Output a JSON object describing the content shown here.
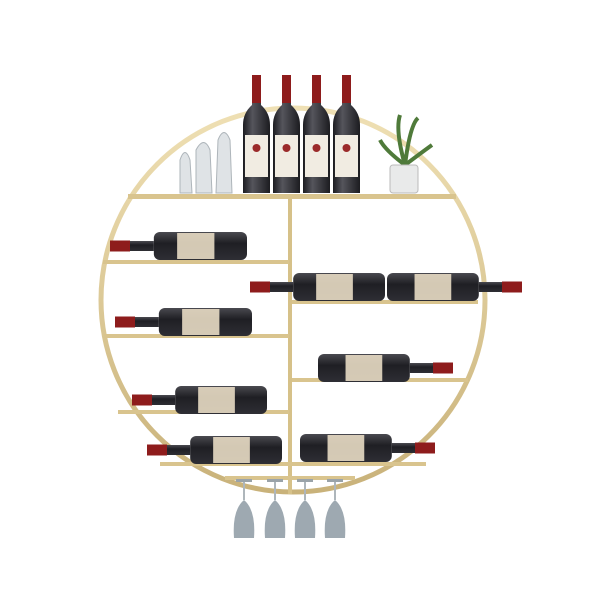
{
  "scene": {
    "subject": "round-gold-wall-wine-rack",
    "colors": {
      "background": "#ffffff",
      "frame_gold": "#d9c48e",
      "bottle_glass": "#2a2a2e",
      "capsule_red": "#8e1c1c",
      "label_cream": "#e8dcc4",
      "wine_glass": "#8d9aa3",
      "plant_green": "#4f7a3a"
    },
    "upright_bottles": 4,
    "horizontal_bottles": 8,
    "hanging_glasses": 4
  }
}
